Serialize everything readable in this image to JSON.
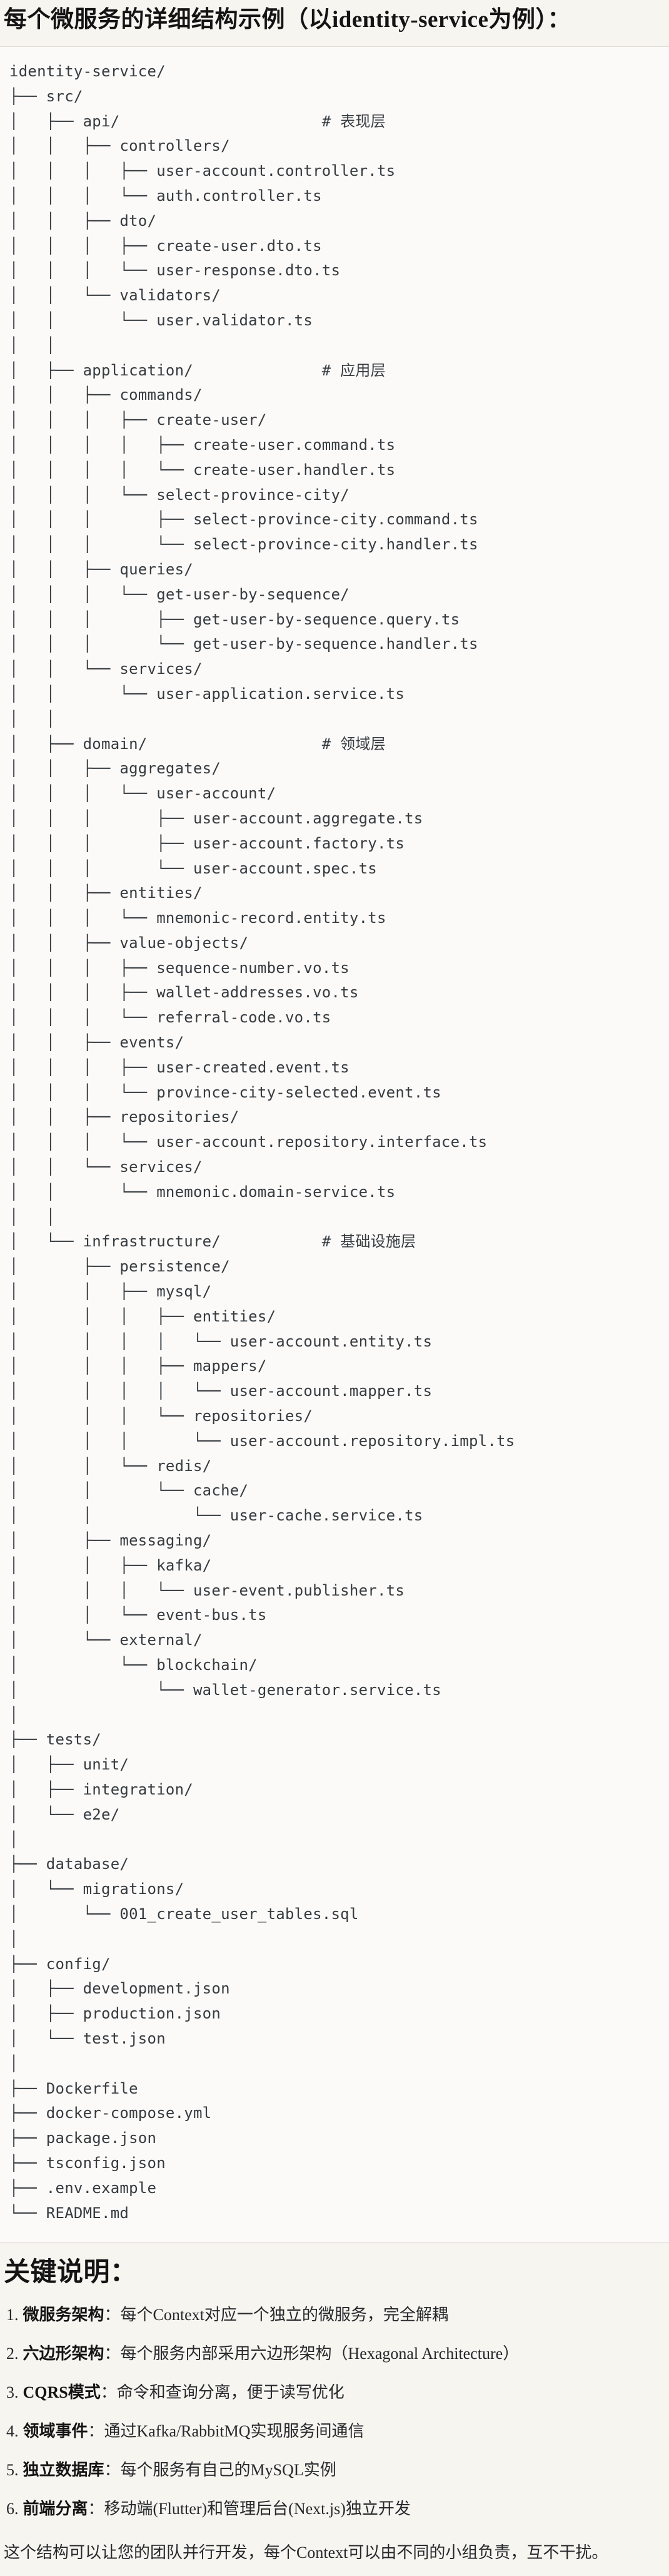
{
  "title": "每个微服务的详细结构示例（以identity-service为例）：",
  "tree": {
    "lines": [
      "identity-service/",
      "├── src/",
      "│   ├── api/                      # 表现层",
      "│   │   ├── controllers/",
      "│   │   │   ├── user-account.controller.ts",
      "│   │   │   └── auth.controller.ts",
      "│   │   ├── dto/",
      "│   │   │   ├── create-user.dto.ts",
      "│   │   │   └── user-response.dto.ts",
      "│   │   └── validators/",
      "│   │       └── user.validator.ts",
      "│   │",
      "│   ├── application/              # 应用层",
      "│   │   ├── commands/",
      "│   │   │   ├── create-user/",
      "│   │   │   │   ├── create-user.command.ts",
      "│   │   │   │   └── create-user.handler.ts",
      "│   │   │   └── select-province-city/",
      "│   │   │       ├── select-province-city.command.ts",
      "│   │   │       └── select-province-city.handler.ts",
      "│   │   ├── queries/",
      "│   │   │   └── get-user-by-sequence/",
      "│   │   │       ├── get-user-by-sequence.query.ts",
      "│   │   │       └── get-user-by-sequence.handler.ts",
      "│   │   └── services/",
      "│   │       └── user-application.service.ts",
      "│   │",
      "│   ├── domain/                   # 领域层",
      "│   │   ├── aggregates/",
      "│   │   │   └── user-account/",
      "│   │   │       ├── user-account.aggregate.ts",
      "│   │   │       ├── user-account.factory.ts",
      "│   │   │       └── user-account.spec.ts",
      "│   │   ├── entities/",
      "│   │   │   └── mnemonic-record.entity.ts",
      "│   │   ├── value-objects/",
      "│   │   │   ├── sequence-number.vo.ts",
      "│   │   │   ├── wallet-addresses.vo.ts",
      "│   │   │   └── referral-code.vo.ts",
      "│   │   ├── events/",
      "│   │   │   ├── user-created.event.ts",
      "│   │   │   └── province-city-selected.event.ts",
      "│   │   ├── repositories/",
      "│   │   │   └── user-account.repository.interface.ts",
      "│   │   └── services/",
      "│   │       └── mnemonic.domain-service.ts",
      "│   │",
      "│   └── infrastructure/           # 基础设施层",
      "│       ├── persistence/",
      "│       │   ├── mysql/",
      "│       │   │   ├── entities/",
      "│       │   │   │   └── user-account.entity.ts",
      "│       │   │   ├── mappers/",
      "│       │   │   │   └── user-account.mapper.ts",
      "│       │   │   └── repositories/",
      "│       │   │       └── user-account.repository.impl.ts",
      "│       │   └── redis/",
      "│       │       └── cache/",
      "│       │           └── user-cache.service.ts",
      "│       ├── messaging/",
      "│       │   ├── kafka/",
      "│       │   │   └── user-event.publisher.ts",
      "│       │   └── event-bus.ts",
      "│       └── external/",
      "│           └── blockchain/",
      "│               └── wallet-generator.service.ts",
      "│",
      "├── tests/",
      "│   ├── unit/",
      "│   ├── integration/",
      "│   └── e2e/",
      "│",
      "├── database/",
      "│   └── migrations/",
      "│       └── 001_create_user_tables.sql",
      "│",
      "├── config/",
      "│   ├── development.json",
      "│   ├── production.json",
      "│   └── test.json",
      "│",
      "├── Dockerfile",
      "├── docker-compose.yml",
      "├── package.json",
      "├── tsconfig.json",
      "├── .env.example",
      "└── README.md"
    ]
  },
  "notes": {
    "heading": "关键说明：",
    "items": [
      {
        "number": "1.",
        "term": "微服务架构",
        "colon": "：",
        "desc": "每个Context对应一个独立的微服务，完全解耦"
      },
      {
        "number": "2.",
        "term": "六边形架构",
        "colon": "：",
        "desc": "每个服务内部采用六边形架构（Hexagonal Architecture）"
      },
      {
        "number": "3.",
        "term": "CQRS模式",
        "colon": "：",
        "desc": "命令和查询分离，便于读写优化"
      },
      {
        "number": "4.",
        "term": "领域事件",
        "colon": "：",
        "desc": "通过Kafka/RabbitMQ实现服务间通信"
      },
      {
        "number": "5.",
        "term": "独立数据库",
        "colon": "：",
        "desc": "每个服务有自己的MySQL实例"
      },
      {
        "number": "6.",
        "term": "前端分离",
        "colon": "：",
        "desc": "移动端(Flutter)和管理后台(Next.js)独立开发"
      }
    ]
  },
  "closing": "这个结构可以让您的团队并行开发，每个Context可以由不同的小组负责，互不干扰。",
  "colors": {
    "page_bg": "#F7F5F0",
    "code_bg": "#FBFAF8",
    "border": "#DEDCD6",
    "tree_text": "#363B40",
    "heading_text": "#141414"
  }
}
